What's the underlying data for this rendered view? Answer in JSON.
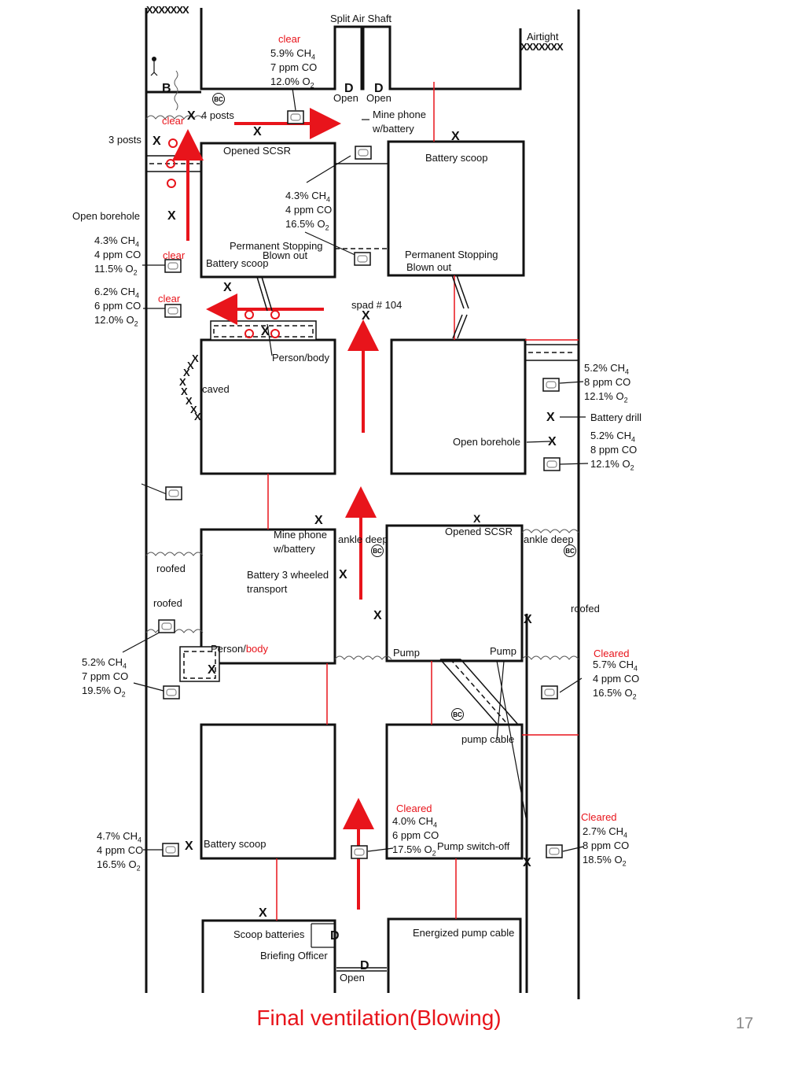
{
  "title": "Final ventilation(Blowing)",
  "page_number": "17",
  "labels": {
    "split_air_shaft": "Split Air Shaft",
    "airtight": "Airtight",
    "clear": "clear",
    "open": "Open",
    "posts_4": "4 posts",
    "posts_3": "3 posts",
    "mine_phone": "Mine phone",
    "w_battery": "w/battery",
    "opened_scsr": "Opened SCSR",
    "battery_scoop": "Battery scoop",
    "open_borehole": "Open borehole",
    "permanent_stopping": "Permanent Stopping",
    "blown_out": "Blown out",
    "spad": "spad # 104",
    "person_body": "Person/body",
    "person": "Person/",
    "body": "body",
    "caved": "caved",
    "battery_drill": "Battery drill",
    "ankle_deep": "ankle deep",
    "roofed": "roofed",
    "battery_3_wheeled": "Battery 3 wheeled",
    "transport": "transport",
    "pump": "Pump",
    "pump_cable": "pump cable",
    "cleared": "Cleared",
    "pump_switch_off": "Pump switch-off",
    "scoop_batteries": "Scoop batteries",
    "briefing_officer": "Briefing Officer",
    "energized_pump_cable": "Energized pump cable",
    "xmarks_top": "XXXXXXX",
    "xmarks_airtight": "XXXXXXX",
    "x": "X",
    "b": "B",
    "d": "D",
    "bc": "BC"
  },
  "readings": {
    "r1": {
      "ch4": "5.9% CH",
      "co": "7 ppm CO",
      "o2": "12.0% O"
    },
    "r2": {
      "ch4": "4.3% CH",
      "co": "4 ppm CO",
      "o2": "16.5% O"
    },
    "r3": {
      "ch4": "4.3% CH",
      "co": "4 ppm CO",
      "o2": "11.5% O"
    },
    "r4": {
      "ch4": "6.2% CH",
      "co": "6 ppm CO",
      "o2": "12.0% O"
    },
    "r5": {
      "ch4": "5.2% CH",
      "co": "8 ppm CO",
      "o2": "12.1% O"
    },
    "r6": {
      "ch4": "5.2% CH",
      "co": "8 ppm CO",
      "o2": "12.1% O"
    },
    "r7": {
      "ch4": "5.2% CH",
      "co": "7 ppm CO",
      "o2": "19.5% O"
    },
    "r8": {
      "ch4": "5.7% CH",
      "co": "4 ppm CO",
      "o2": "16.5% O"
    },
    "r9": {
      "ch4": "4.0% CH",
      "co": "6 ppm CO",
      "o2": "17.5% O"
    },
    "r10": {
      "ch4": "4.7% CH",
      "co": "4 ppm CO",
      "o2": "16.5% O"
    },
    "r11": {
      "ch4": "2.7% CH",
      "co": "8 ppm CO",
      "o2": "18.5% O"
    }
  },
  "sub": {
    "four": "4",
    "two": "2"
  }
}
